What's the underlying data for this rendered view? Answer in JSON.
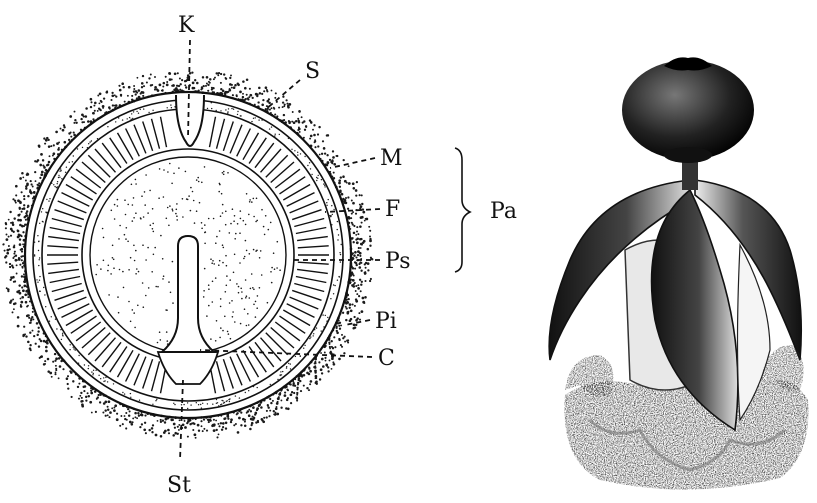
{
  "labels": {
    "k": "K",
    "s": "S",
    "m": "M",
    "f": "F",
    "pa": "Pa",
    "ps": "Ps",
    "pi": "Pi",
    "c": "C",
    "st": "St"
  },
  "colors": {
    "ink": "#111111",
    "paper": "#ffffff",
    "stipple": "#1a1a1a"
  },
  "icons": {
    "left": "seed-cross-section",
    "right": "fruit-with-spreading-valves"
  }
}
